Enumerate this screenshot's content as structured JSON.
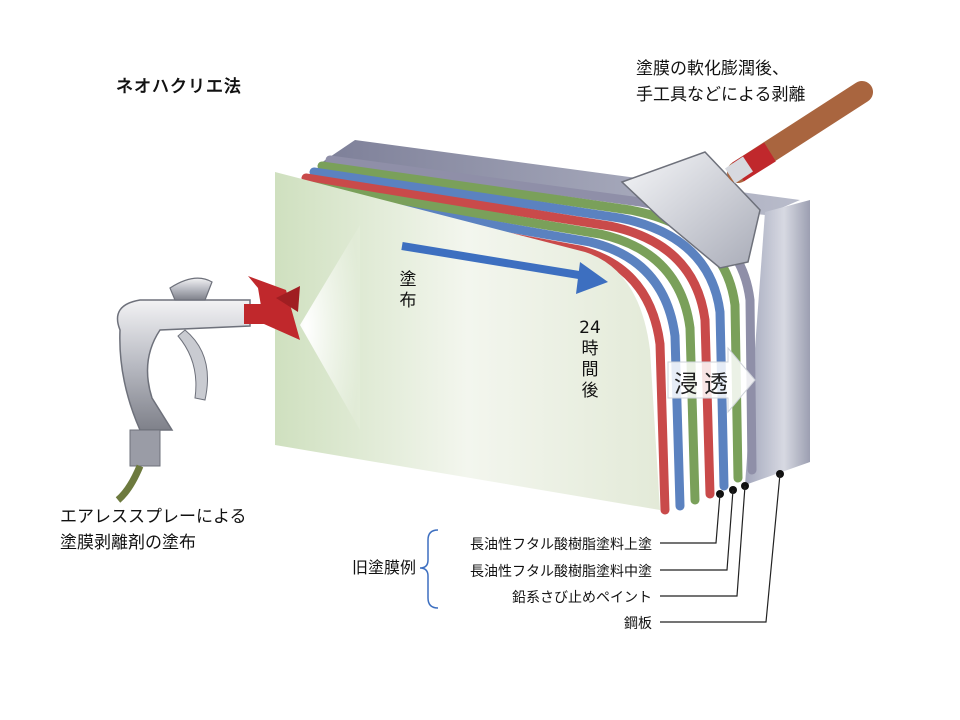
{
  "title": "ネオハクリエ法",
  "scraper_note": [
    "塗膜の軟化膨潤後、",
    "手工具などによる剥離"
  ],
  "spray_note": [
    "エアレススプレーによる",
    "塗膜剥離剤の塗布"
  ],
  "apply_label": "塗布",
  "wait_label": "24時間後",
  "penetrate_label": "浸透",
  "brace_label": "旧塗膜例",
  "layers": [
    {
      "name": "長油性フタル酸樹脂塗料上塗",
      "color": "#c94a4a"
    },
    {
      "name": "長油性フタル酸樹脂塗料中塗",
      "color": "#5b82c0"
    },
    {
      "name": "鉛系さび止めペイント",
      "color": "#7aa05a"
    },
    {
      "name": "鋼板",
      "color": "#8f8fa8"
    }
  ],
  "colors": {
    "stripper": "#dfe9d2",
    "arrow": "#3d6fc0",
    "nozzle": "#c0282c"
  }
}
